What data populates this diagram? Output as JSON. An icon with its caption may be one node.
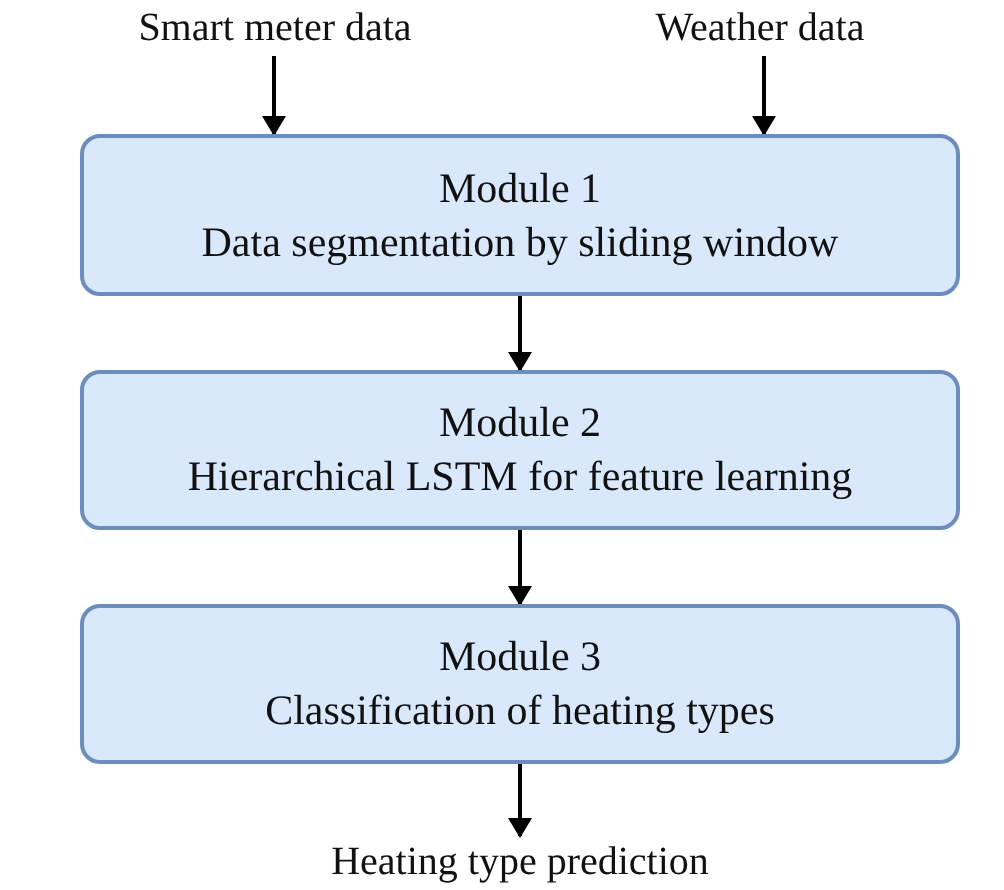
{
  "diagram": {
    "nodes": [
      {
        "text": [
          "Smart meter data"
        ]
      },
      {
        "text": [
          "Weather data"
        ]
      },
      {
        "text": [
          "Module 1",
          "Data segmentation by sliding window"
        ]
      },
      {
        "text": [
          "Module 2",
          "Hierarchical LSTM for feature learning"
        ]
      },
      {
        "text": [
          "Module 3",
          "Classification of heating types"
        ]
      },
      {
        "text": [
          "Heating type prediction"
        ]
      }
    ],
    "edges": [
      {
        "from": 0,
        "to": 2,
        "arrow": "to"
      },
      {
        "from": 1,
        "to": 2,
        "arrow": "to"
      },
      {
        "from": 2,
        "to": 3,
        "arrow": "to"
      },
      {
        "from": 3,
        "to": 4,
        "arrow": "to"
      },
      {
        "from": 4,
        "to": 5,
        "arrow": "to"
      }
    ]
  }
}
